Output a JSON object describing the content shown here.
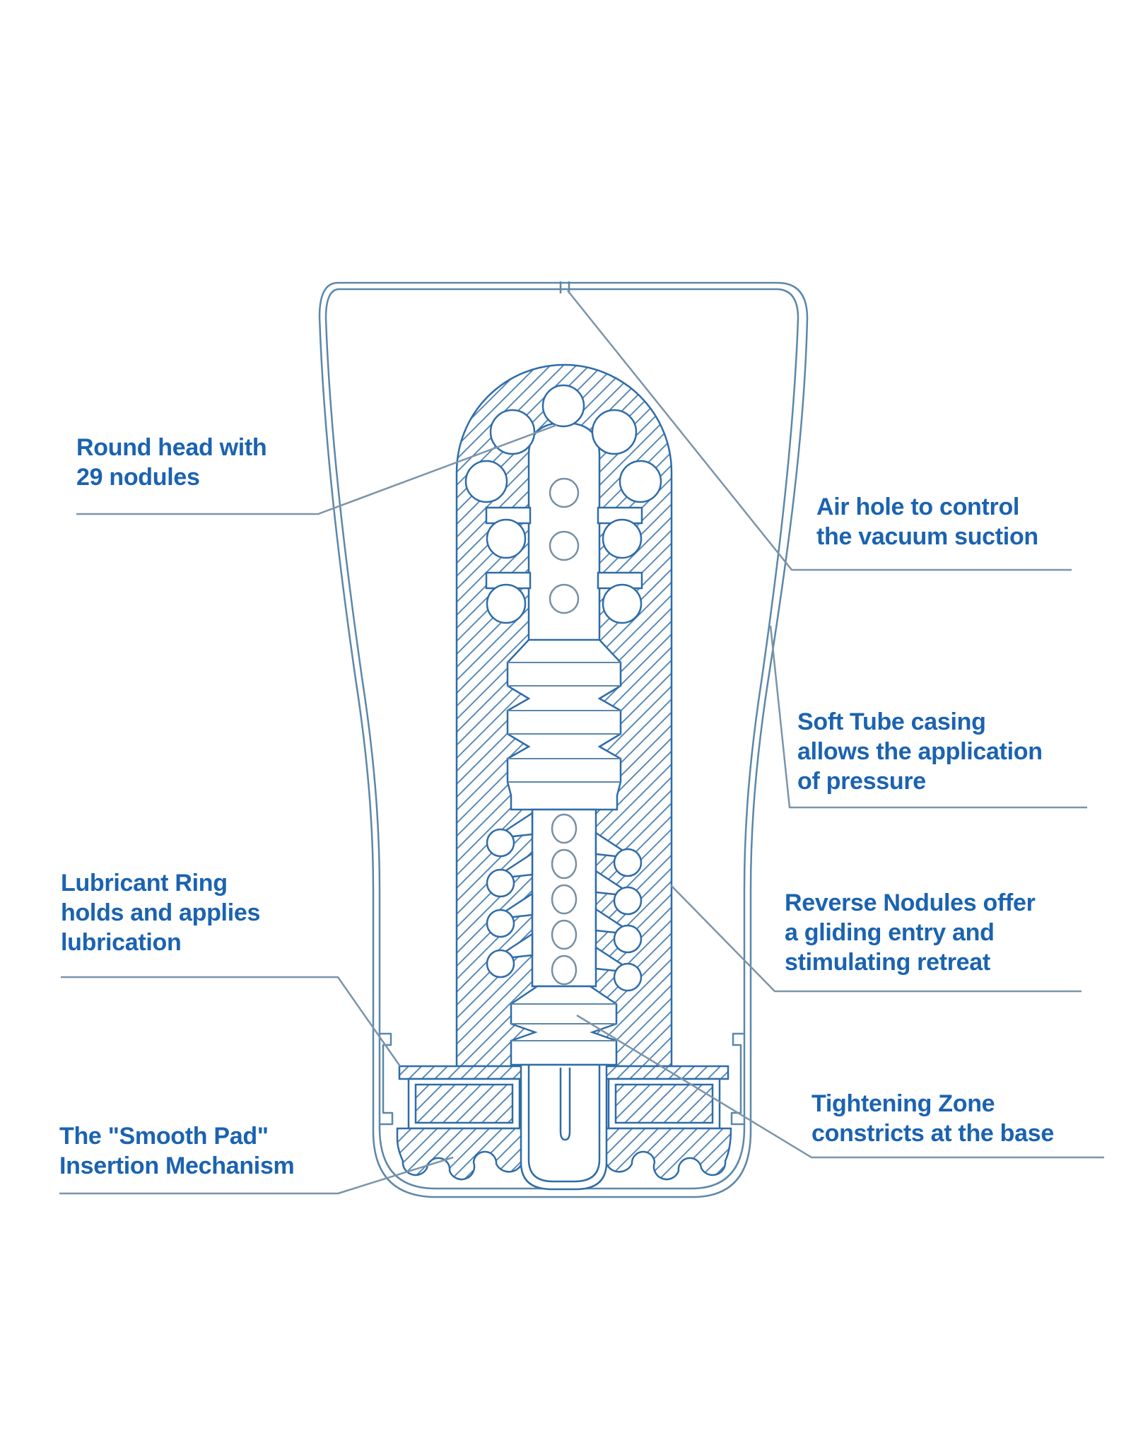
{
  "diagram": {
    "subject": "Soft tube cup cross-section technical illustration",
    "nodule_count": "29",
    "style": "blueprint line drawing with diagonal hatching"
  },
  "labels": {
    "round_head": {
      "lines": [
        "Round head with",
        "29 nodules"
      ]
    },
    "air_hole": {
      "lines": [
        "Air hole to control",
        "the vacuum suction"
      ]
    },
    "soft_tube": {
      "lines": [
        "Soft Tube casing",
        "allows the application",
        "of pressure"
      ]
    },
    "lubricant_ring": {
      "lines": [
        "Lubricant Ring",
        "holds and applies",
        "lubrication"
      ]
    },
    "reverse_nodules": {
      "lines": [
        "Reverse Nodules offer",
        "a gliding entry and",
        "stimulating retreat"
      ]
    },
    "smooth_pad": {
      "lines": [
        "The \"Smooth Pad\"",
        "Insertion Mechanism"
      ]
    },
    "tightening_zone": {
      "lines": [
        "Tightening Zone",
        "constricts at the base"
      ]
    }
  },
  "colors": {
    "background": "#ffffff",
    "label_text": "#1b63b0",
    "casing_line": "#5c87a9",
    "sleeve_line": "#2f6ca8",
    "hatch_line": "#4a7fb0",
    "leader_line": "#7b94a9"
  }
}
